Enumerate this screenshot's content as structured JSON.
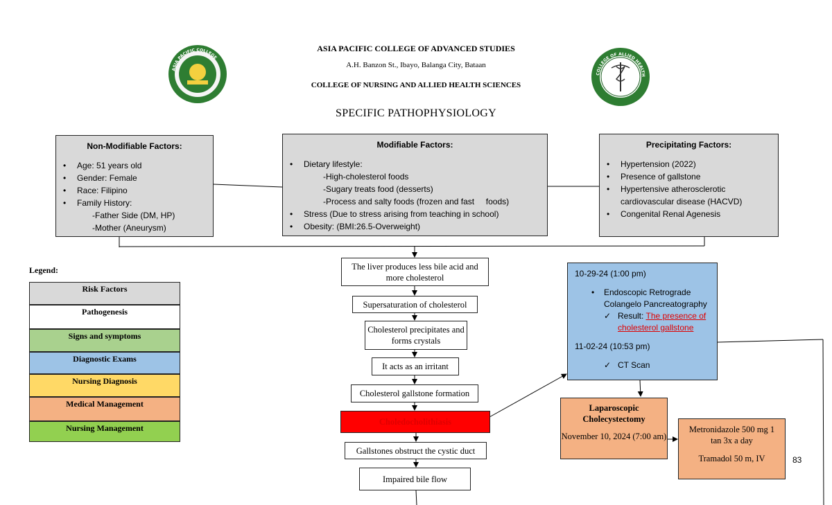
{
  "header": {
    "institution": "ASIA PACIFIC COLLEGE OF ADVANCED STUDIES",
    "address": "A.H. Banzon St., Ibayo, Balanga City, Bataan",
    "college": "COLLEGE OF NURSING AND ALLIED HEALTH SCIENCES",
    "section_title": "SPECIFIC PATHOPHYSIOLOGY",
    "left_logo_text": "ASIA PACIFIC COLLEGE OF ADVANCED STUDIES · BALANGA CITY, BATAAN",
    "right_logo_text": "COLLEGE OF ALLIED HEALTH SCIENCES · A·P·C·A·S"
  },
  "non_modifiable": {
    "title": "Non-Modifiable Factors:",
    "items": [
      "Age: 51 years old",
      "Gender: Female",
      "Race: Filipino",
      "Family History:"
    ],
    "sub_items": [
      "-Father Side (DM, HP)",
      "-Mother (Aneurysm)"
    ]
  },
  "modifiable": {
    "title": "Modifiable Factors:",
    "diet": "Dietary lifestyle:",
    "diet_items": [
      "-High-cholesterol foods",
      "-Sugary treats food (desserts)",
      "-Process and salty foods (frozen and fast     foods)"
    ],
    "stress": "Stress (Due to stress arising from teaching in school)",
    "obesity": "Obesity: (BMI:26.5-Overweight)"
  },
  "precipitating": {
    "title": "Precipitating Factors:",
    "items": [
      "Hypertension (2022)",
      "Presence of gallstone",
      "Hypertensive atherosclerotic cardiovascular disease (HACVD)",
      "Congenital Renal Agenesis"
    ]
  },
  "flow": [
    "The liver produces less bile acid and more cholesterol",
    "Supersaturation of cholesterol",
    "Cholesterol precipitates and forms crystals",
    "It acts as an irritant",
    "Cholesterol gallstone formation",
    "Choledocholithiasis",
    "Gallstones obstruct the cystic duct",
    "Impaired bile flow"
  ],
  "legend": {
    "label": "Legend:",
    "items": [
      {
        "label": "Risk Factors",
        "color": "#d9d9d9"
      },
      {
        "label": "Pathogenesis",
        "color": "#ffffff"
      },
      {
        "label": "Signs and symptoms",
        "color": "#a9d18e"
      },
      {
        "label": "Diagnostic Exams",
        "color": "#9dc3e6"
      },
      {
        "label": "Nursing Diagnosis",
        "color": "#ffd966"
      },
      {
        "label": "Medical Management",
        "color": "#f4b183"
      },
      {
        "label": "Nursing Management",
        "color": "#92d050"
      }
    ]
  },
  "diagnostics": {
    "date1": "10-29-24 (1:00 pm)",
    "exam1": "Endoscopic Retrograde Colangelo Pancreatography",
    "result_label": "Result:",
    "result_value": "The presence of cholesterol gallstone",
    "date2": "11-02-24 (10:53 pm)",
    "exam2": "CT Scan"
  },
  "surgery": {
    "title": "Laparoscopic Cholecystectomy",
    "date": "November 10, 2024 (7:00 am)"
  },
  "medications": {
    "line1": "Metronidazole 500 mg 1 tan 3x a day",
    "line2": "Tramadol 50 m, IV"
  },
  "page_number": "83",
  "colors": {
    "risk": "#d9d9d9",
    "diagnostic": "#9dc3e6",
    "medical": "#f4b183",
    "highlight": "#ff0000"
  }
}
